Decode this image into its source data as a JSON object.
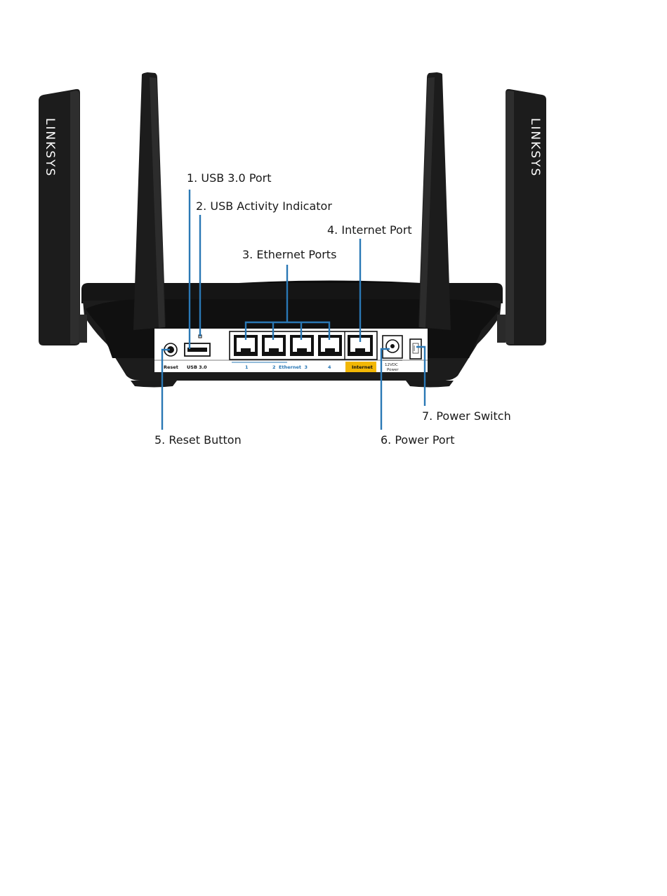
{
  "callouts": {
    "usb_port": "1. USB 3.0 Port",
    "usb_activity": "2. USB Activity Indicator",
    "ethernet_ports": "3. Ethernet Ports",
    "internet_port": "4. Internet Port",
    "reset_button": "5. Reset Button",
    "power_port": "6. Power Port",
    "power_switch": "7. Power Switch"
  },
  "brand": "LINKSYS",
  "panel": {
    "reset": "Reset",
    "usb": "USB 3.0",
    "eth1": "1",
    "eth23": "2  Ethernet  3",
    "eth4": "4",
    "internet": "Internet",
    "power_line1": "12VDC",
    "power_line2": "Power"
  },
  "colors": {
    "leader": "#2a78b5",
    "internet_highlight": "#f2b705",
    "body": "#1c1c1c"
  }
}
